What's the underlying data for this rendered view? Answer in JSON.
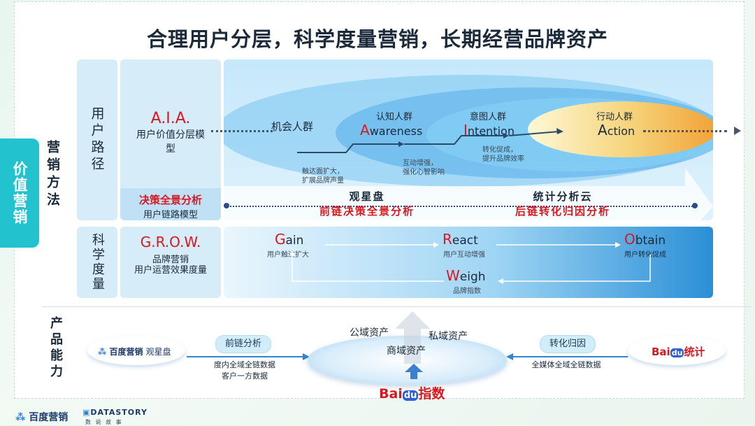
{
  "title": "合理用户分层，科学度量营销，长期经营品牌资产",
  "side_tab": "价值营销",
  "section_labels": {
    "method": "营销方法",
    "capability": "产品能力"
  },
  "row1": {
    "label": "用户路径",
    "model_name": "A.I.A.",
    "model_desc": "用户价值分层模型",
    "sub_title": "决策全景分析",
    "sub_desc": "用户链路模型",
    "stages": [
      {
        "name": "机会人群"
      },
      {
        "name": "认知人群",
        "letter": "A",
        "rest": "wareness"
      },
      {
        "name": "意图人群",
        "letter": "I",
        "rest": "ntention"
      },
      {
        "name": "行动人群",
        "letter": "A",
        "rest": "ction"
      }
    ],
    "notes": [
      "触达面扩大，",
      "扩展品牌声量",
      "互动增强，",
      "强化心智影响",
      "转化促成，",
      "提升品牌效率"
    ],
    "tools": [
      {
        "name": "观星盘",
        "desc": "前链决策全景分析"
      },
      {
        "name": "统计分析云",
        "desc": "后链转化归因分析"
      }
    ]
  },
  "row2": {
    "label": "科学度量",
    "model_name": "G.R.O.W.",
    "model_desc1": "品牌营销",
    "model_desc2": "用户运营效果度量",
    "items": [
      {
        "letter": "G",
        "rest": "ain",
        "desc": "用户触达扩大"
      },
      {
        "letter": "R",
        "rest": "eact",
        "desc": "用户互动增强"
      },
      {
        "letter": "O",
        "rest": "btain",
        "desc": "用户转化促成"
      },
      {
        "letter": "W",
        "rest": "eigh",
        "desc": "品牌指数"
      }
    ]
  },
  "capability": {
    "left_logo_text": "百度营销",
    "left_logo_sub": "观星盘",
    "left_pill": "前链分析",
    "left_desc1": "度内全域全链数据",
    "left_desc2": "客户一方数据",
    "center_top_left": "公域资产",
    "center_top_right": "私域资产",
    "center_mid": "商域资产",
    "center_brand_a": "Bai",
    "center_brand_b": "du",
    "center_brand_c": "指数",
    "right_pill": "转化归因",
    "right_desc": "全媒体全域全链数据",
    "right_logo_a": "Bai",
    "right_logo_b": "du",
    "right_logo_c": "统计"
  },
  "footer": {
    "logo1": "百度营销",
    "logo2": "DATASTORY",
    "logo2_sub": "数 说 故 事"
  }
}
